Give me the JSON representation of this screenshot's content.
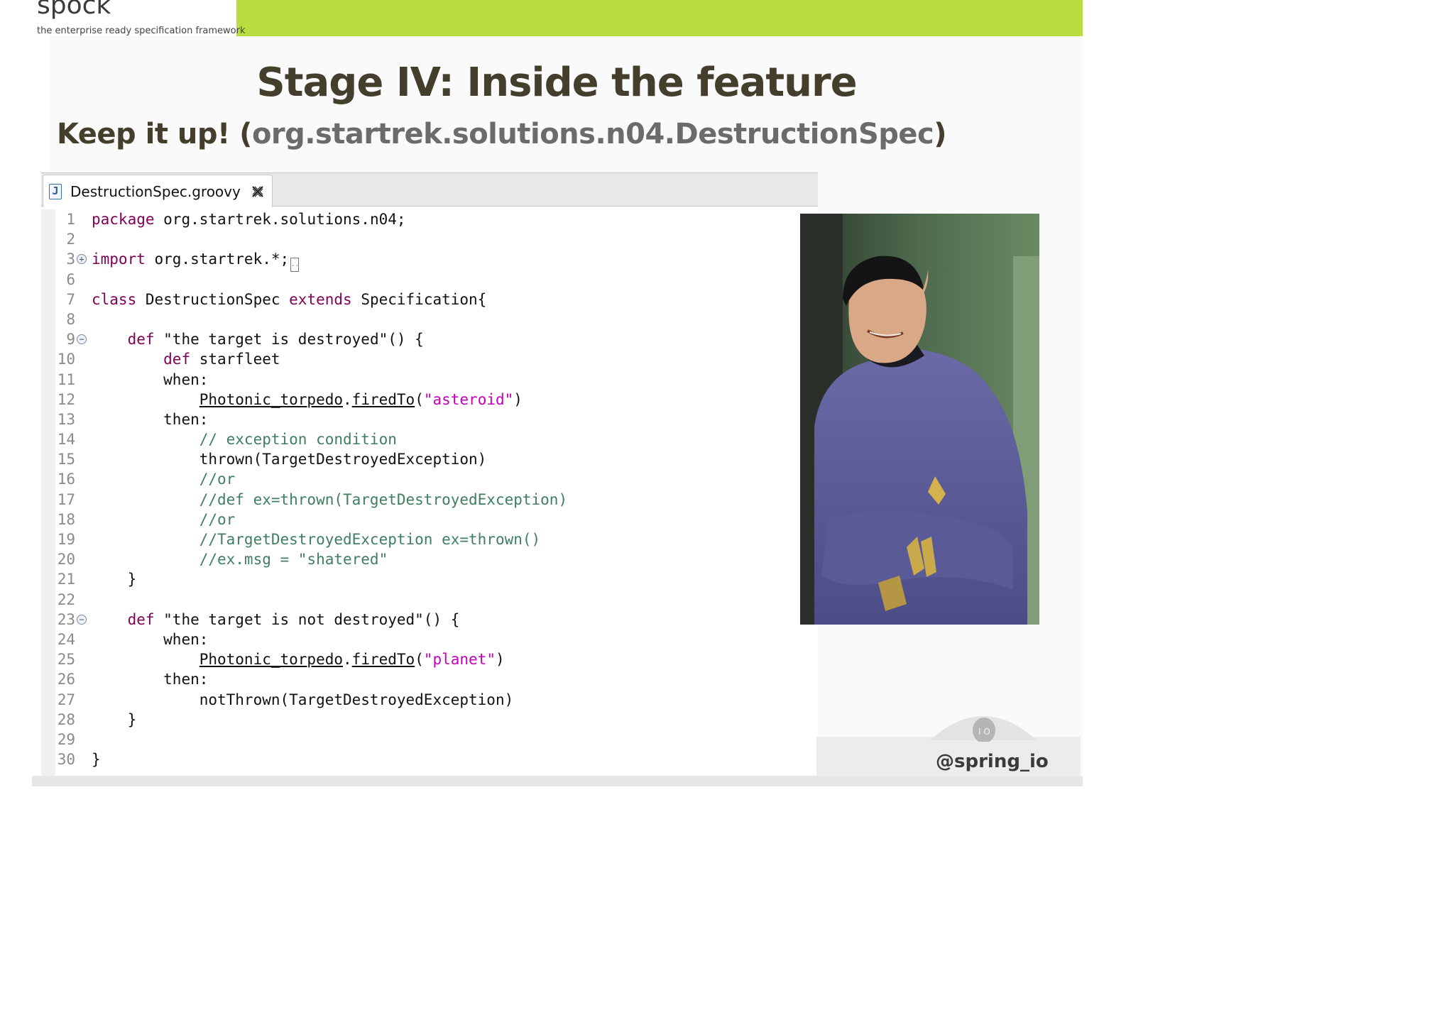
{
  "header": {
    "logo_word": "spock",
    "logo_tagline": "the enterprise ready specification framework",
    "accent_color": "#b7dd3e"
  },
  "slide": {
    "title": "Stage IV: Inside the feature",
    "subtitle_prefix": "Keep it up! (",
    "subtitle_package": "org.startrek.solutions.n04.DestructionSpec",
    "subtitle_suffix": ")"
  },
  "editor": {
    "tab_label": "DestructionSpec.groovy",
    "tab_icon": "groovy-file-icon",
    "close_icon": "close-tab-icon",
    "line_numbers": [
      "1",
      "2",
      "3",
      "6",
      "7",
      "8",
      "9",
      "10",
      "11",
      "12",
      "13",
      "14",
      "15",
      "16",
      "17",
      "18",
      "19",
      "20",
      "21",
      "22",
      "23",
      "24",
      "25",
      "26",
      "27",
      "28",
      "29",
      "30"
    ],
    "code": {
      "l1_kw": "package",
      "l1_rest": " org.startrek.solutions.n04;",
      "l3_kw": "import",
      "l3_rest": " org.startrek.*;",
      "l7_kw1": "class",
      "l7_mid": " DestructionSpec ",
      "l7_kw2": "extends",
      "l7_rest": " Specification{",
      "l9_kw": "def",
      "l9_rest": " \"the target is destroyed\"() {",
      "l10_kw": "def",
      "l10_rest": " starfleet",
      "l11": "when:",
      "l12_obj": "Photonic_torpedo",
      "l12_dot": ".",
      "l12_method": "firedTo",
      "l12_open": "(",
      "l12_str": "\"asteroid\"",
      "l12_close": ")",
      "l13": "then:",
      "l14": "// exception condition",
      "l15": "thrown(TargetDestroyedException)",
      "l16": "//or",
      "l17": "//def ex=thrown(TargetDestroyedException)",
      "l18": "//or",
      "l19": "//TargetDestroyedException ex=thrown()",
      "l20": "//ex.msg = \"shatered\"",
      "l21": "}",
      "l23_kw": "def",
      "l23_rest": " \"the target is not destroyed\"() {",
      "l24": "when:",
      "l25_obj": "Photonic_torpedo",
      "l25_dot": ".",
      "l25_method": "firedTo",
      "l25_open": "(",
      "l25_str": "\"planet\"",
      "l25_close": ")",
      "l26": "then:",
      "l27": "notThrown(TargetDestroyedException)",
      "l28": "}",
      "l30": "}"
    }
  },
  "photo": {
    "subject": "spock-character-photo"
  },
  "footer": {
    "handle": "@spring_io"
  }
}
